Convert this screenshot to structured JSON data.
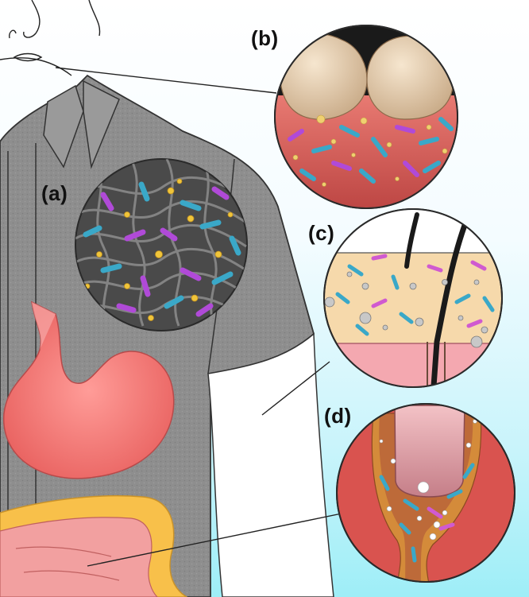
{
  "figure": {
    "labels": {
      "a": "(a)",
      "b": "(b)",
      "c": "(c)",
      "d": "(d)"
    }
  },
  "colors": {
    "background_top": "#ffffff",
    "background_bottom": "#9eeef7",
    "shirt": "#8c8c8c",
    "stomach": "#f27a78",
    "colon_outer": "#f8c04a",
    "colon_inner": "#f2a0a0",
    "gum": "#d9605a",
    "tooth": "#e8d3b8",
    "skin": "#f6d9ab",
    "bacteria_purple": "#b04ad8",
    "bacteria_cyan": "#3aa8c8",
    "cocci_yellow": "#f0c53a",
    "fabric_dark": "#4a4a4a"
  }
}
